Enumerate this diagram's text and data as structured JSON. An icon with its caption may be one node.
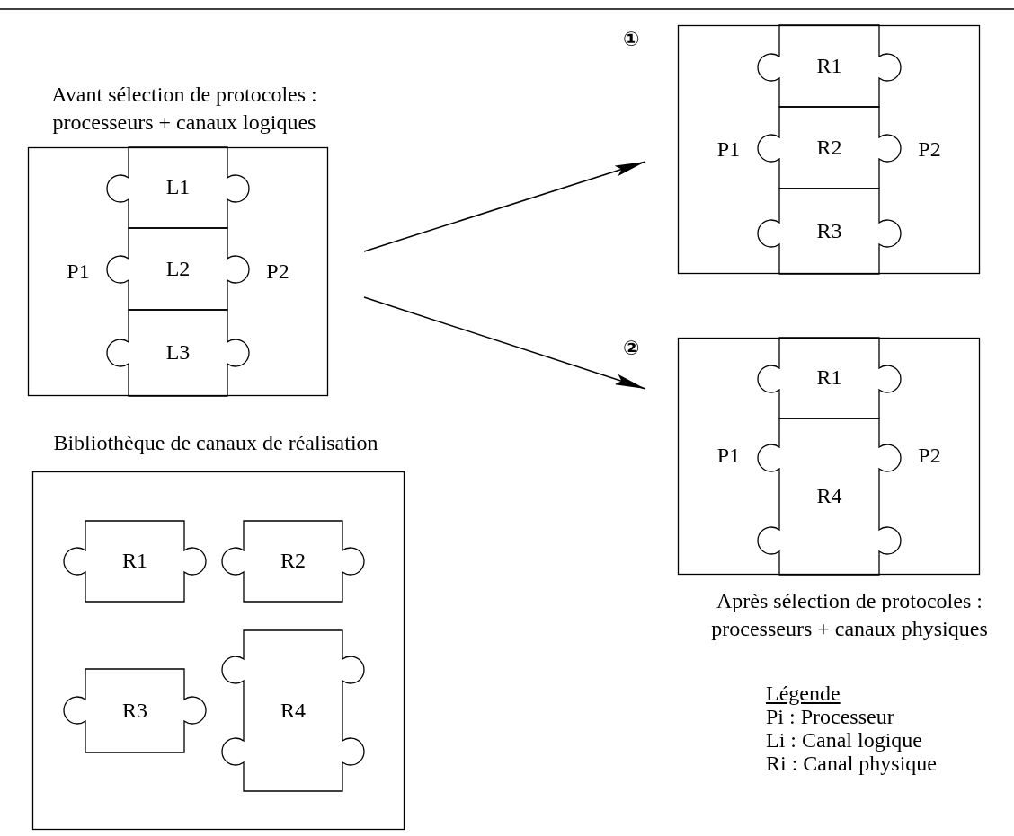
{
  "diagram": {
    "nodes": [
      {
        "text": [
          "Avant sélection de protocoles : processeurs + canaux logiques"
        ]
      },
      {
        "text": [
          "P1"
        ],
        "in": 0
      },
      {
        "text": [
          "L1"
        ],
        "in": 0
      },
      {
        "text": [
          "L2"
        ],
        "in": 0
      },
      {
        "text": [
          "L3"
        ],
        "in": 0
      },
      {
        "text": [
          "P2"
        ],
        "in": 0
      },
      {
        "text": [],
        "shape": "box",
        "beside": [
          "①"
        ]
      },
      {
        "text": [
          "P1"
        ],
        "in": 6
      },
      {
        "text": [
          "R1"
        ],
        "in": 6
      },
      {
        "text": [
          "R2"
        ],
        "in": 6
      },
      {
        "text": [
          "R3"
        ],
        "in": 6
      },
      {
        "text": [
          "P2"
        ],
        "in": 6
      },
      {
        "text": [],
        "shape": "box",
        "beside": [
          "②"
        ]
      },
      {
        "text": [
          "P1"
        ],
        "in": 12
      },
      {
        "text": [
          "R1"
        ],
        "in": 12
      },
      {
        "text": [
          "R4"
        ],
        "in": 12
      },
      {
        "text": [
          "P2"
        ],
        "in": 12
      },
      {
        "text": [
          "Bibliothèque de canaux de réalisation"
        ]
      },
      {
        "text": [
          "R1"
        ],
        "in": 17
      },
      {
        "text": [
          "R2"
        ],
        "in": 17
      },
      {
        "text": [
          "R3"
        ],
        "in": 17
      },
      {
        "text": [
          "R4"
        ],
        "in": 17
      }
    ],
    "edges": [
      {
        "from": 0,
        "to": 6,
        "arrow": "to"
      },
      {
        "from": 0,
        "to": 12,
        "arrow": "to"
      }
    ],
    "labels": [
      "Après sélection de protocoles : processeurs + canaux physiques",
      "Légende",
      "Pi : Processeur",
      "Li : Canal logique",
      "Ri : Canal physique"
    ]
  }
}
